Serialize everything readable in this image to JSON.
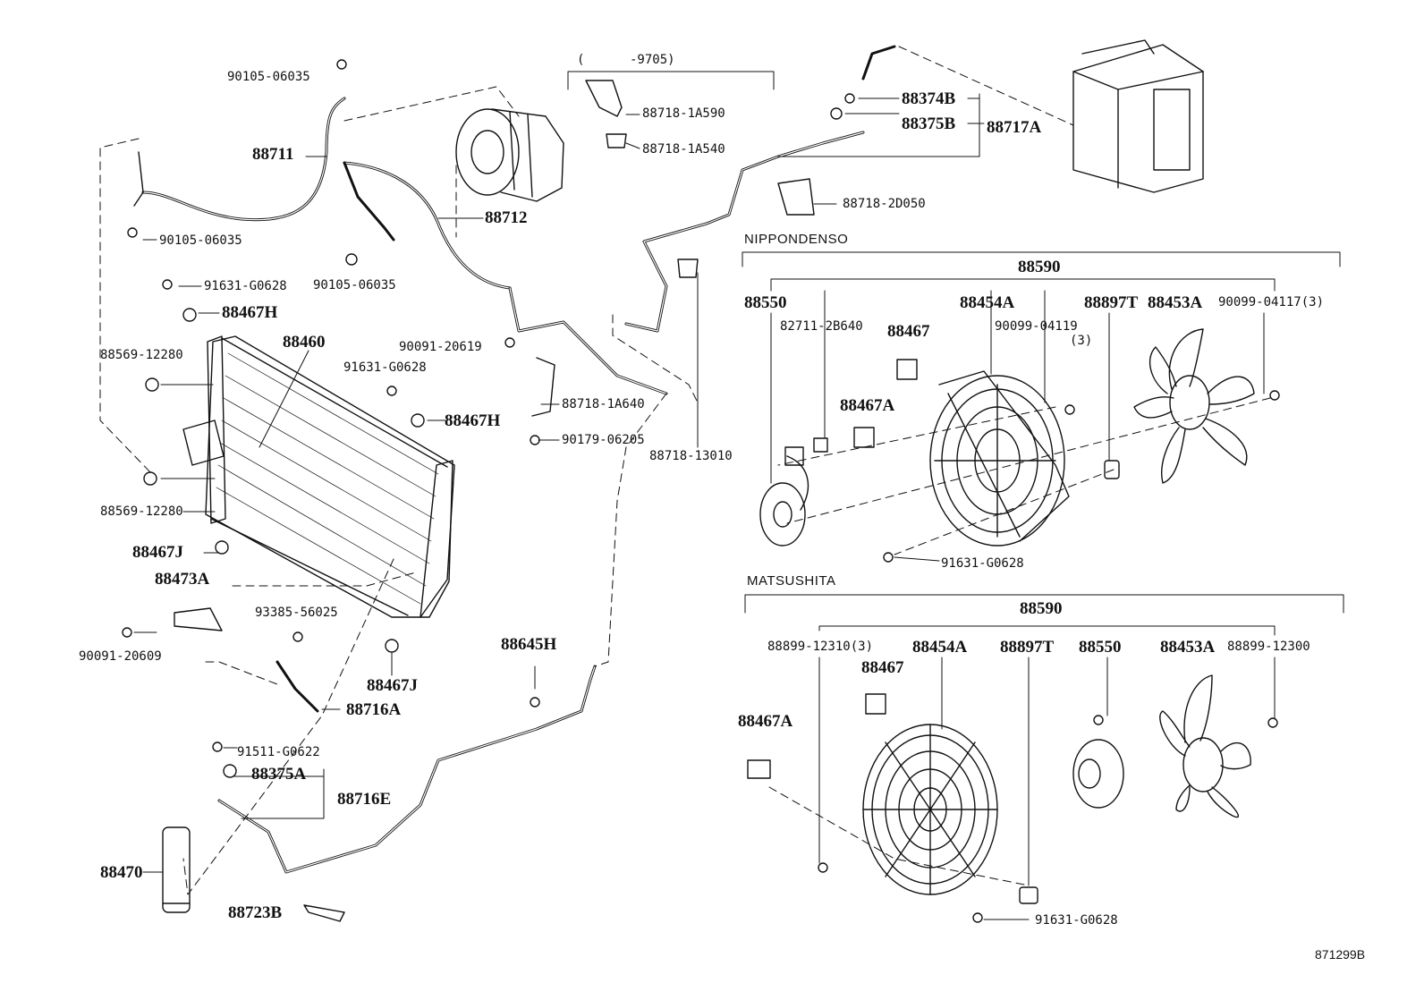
{
  "figure_id": "871299B",
  "sections": {
    "nippondenso": "NIPPONDENSO",
    "matsushita": "MATSUSHITA"
  },
  "parts": {
    "p90105_top": "90105-06035",
    "p88711": "88711",
    "p90105_left": "90105-06035",
    "p88712": "88712",
    "p90105_mid": "90105-06035",
    "p91631_a": "91631-G0628",
    "p88467H_a": "88467H",
    "p88460": "88460",
    "p88569_a": "88569-12280",
    "p90091_a": "90091-20619",
    "p91631_b": "91631-G0628",
    "p88467H_b": "88467H",
    "p88718_1A640": "88718-1A640",
    "p90179": "90179-06205",
    "p88569_b": "88569-12280",
    "p88467J_a": "88467J",
    "p88473A": "88473A",
    "p90091_b": "90091-20609",
    "p93385": "93385-56025",
    "p88467J_b": "88467J",
    "p88716A": "88716A",
    "p88645H": "88645H",
    "p91511": "91511-G0622",
    "p88375A": "88375A",
    "p88716E": "88716E",
    "p88470": "88470",
    "p88723B": "88723B",
    "p9705": "(      -9705)",
    "p88718_1A590": "88718-1A590",
    "p88718_1A540": "88718-1A540",
    "p88374B": "88374B",
    "p88375B": "88375B",
    "p88717A": "88717A",
    "p88718_2D050": "88718-2D050",
    "p88718_13010": "88718-13010",
    "n_88590": "88590",
    "n_88550": "88550",
    "n_88454A": "88454A",
    "n_88897T": "88897T",
    "n_88453A": "88453A",
    "n_90099_04117": "90099-04117(3)",
    "n_82711": "82711-2B640",
    "n_88467": "88467",
    "n_90099_04119": "90099-04119",
    "n_qty3": "(3)",
    "n_88467A": "88467A",
    "n_91631": "91631-G0628",
    "m_88590": "88590",
    "m_88899_12310": "88899-12310(3)",
    "m_88454A": "88454A",
    "m_88897T": "88897T",
    "m_88550": "88550",
    "m_88453A": "88453A",
    "m_88899_12300": "88899-12300",
    "m_88467": "88467",
    "m_88467A": "88467A",
    "m_91631": "91631-G0628"
  }
}
